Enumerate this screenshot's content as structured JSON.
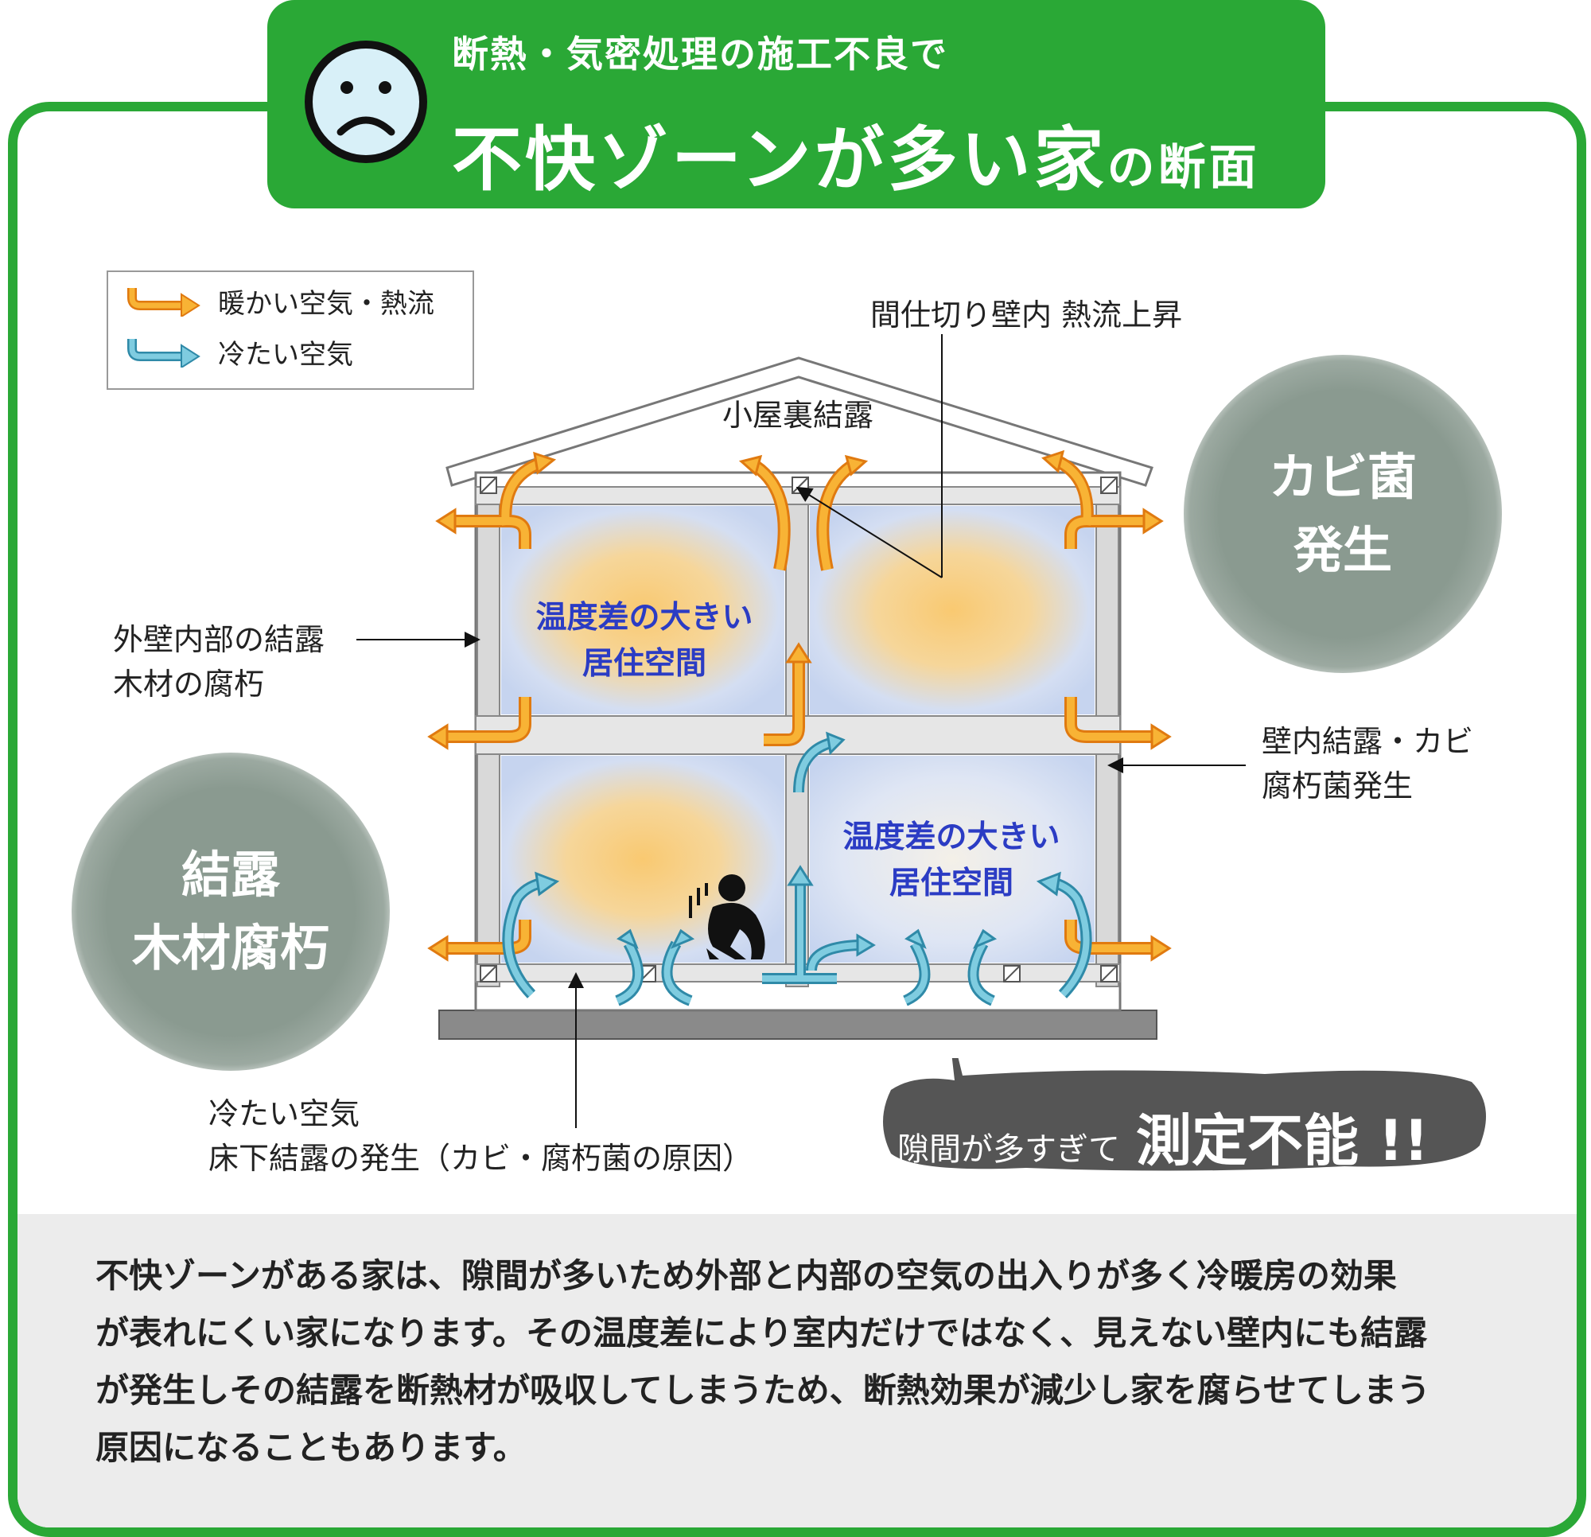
{
  "header": {
    "subtitle": "断熱・気密処理の施工不良で",
    "title_main": "不快ゾーンが多い家",
    "title_suffix": "の断面",
    "color": "#2aa836"
  },
  "face_icon": "sad-face-icon",
  "legend": {
    "warm": "暖かい空気・熱流",
    "cold": "冷たい空気",
    "warm_color": "#f5a623",
    "cold_color": "#4aa7c9"
  },
  "labels": {
    "partition": "間仕切り壁内 熱流上昇",
    "attic": "小屋裏結露",
    "exterior_wall_1": "外壁内部の結露",
    "exterior_wall_2": "木材の腐朽",
    "wall_inner_1": "壁内結露・カビ",
    "wall_inner_2": "腐朽菌発生",
    "floor_1": "冷たい空気",
    "floor_2": "床下結露の発生（カビ・腐朽菌の原因）"
  },
  "rooms": {
    "room1_line1": "温度差の大きい",
    "room1_line2": "居住空間",
    "room2_line1": "温度差の大きい",
    "room2_line2": "居住空間"
  },
  "circles": {
    "mold_1": "カビ菌",
    "mold_2": "発生",
    "rot_1": "結露",
    "rot_2": "木材腐朽"
  },
  "callout": {
    "small": "隙間が多すぎて",
    "big": "測定不能 !!"
  },
  "description": [
    "不快ゾーンがある家は、隙間が多いため外部と内部の空気の出入りが多く冷暖房の効果",
    "が表れにくい家になります。その温度差により室内だけではなく、見えない壁内にも結露",
    "が発生しその結露を断熱材が吸収してしまうため、断熱効果が減少し家を腐らせてしまう",
    "原因になることもあります。"
  ]
}
